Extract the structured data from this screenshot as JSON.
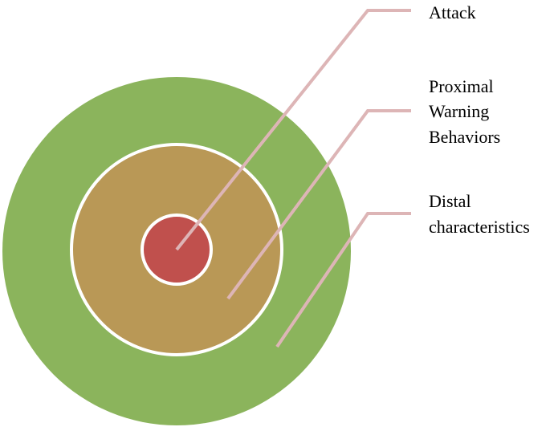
{
  "rings": [
    {
      "id": "distal",
      "label_lines": [
        "Distal",
        "characteristics"
      ],
      "color": "#8BB45C"
    },
    {
      "id": "proximal",
      "label_lines": [
        "Proximal",
        "Warning",
        "Behaviors"
      ],
      "color": "#B99856"
    },
    {
      "id": "attack",
      "label_lines": [
        "Attack"
      ],
      "color": "#C0504D"
    }
  ],
  "colors": {
    "leader_line": "#DDB5B6",
    "ring_border": "#FFFFFF",
    "label_text": "#000000"
  },
  "labels": {
    "attack": "Attack",
    "proximal": {
      "line1": "Proximal",
      "line2": "Warning",
      "line3": "Behaviors"
    },
    "distal": {
      "line1": "Distal",
      "line2": "characteristics"
    }
  }
}
